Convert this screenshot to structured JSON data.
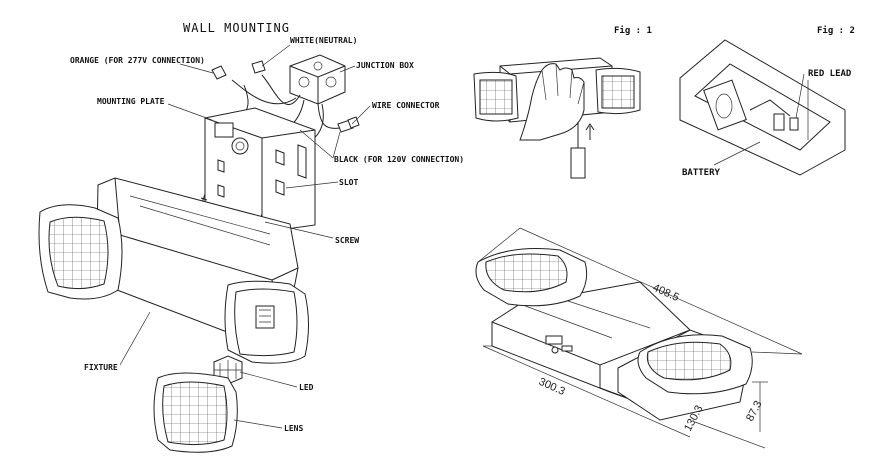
{
  "title": "WALL MOUNTING",
  "figures": {
    "fig1": "Fig : 1",
    "fig2": "Fig : 2"
  },
  "labels": {
    "white_neutral": "WHITE(NEUTRAL)",
    "orange": "ORANGE (FOR 277V CONNECTION)",
    "junction_box": "JUNCTION BOX",
    "mounting_plate": "MOUNTING PLATE",
    "wire_connector": "WIRE CONNECTOR",
    "black": "BLACK (FOR 120V CONNECTION)",
    "slot": "SLOT",
    "screw": "SCREW",
    "fixture": "FIXTURE",
    "led": "LED",
    "lens": "LENS",
    "red_lead": "RED LEAD",
    "battery": "BATTERY"
  },
  "dimensions": {
    "length": "408.5",
    "width": "300.3",
    "depth": "130.3",
    "height": "87.3"
  },
  "colors": {
    "line": "#222222",
    "background": "#ffffff"
  }
}
